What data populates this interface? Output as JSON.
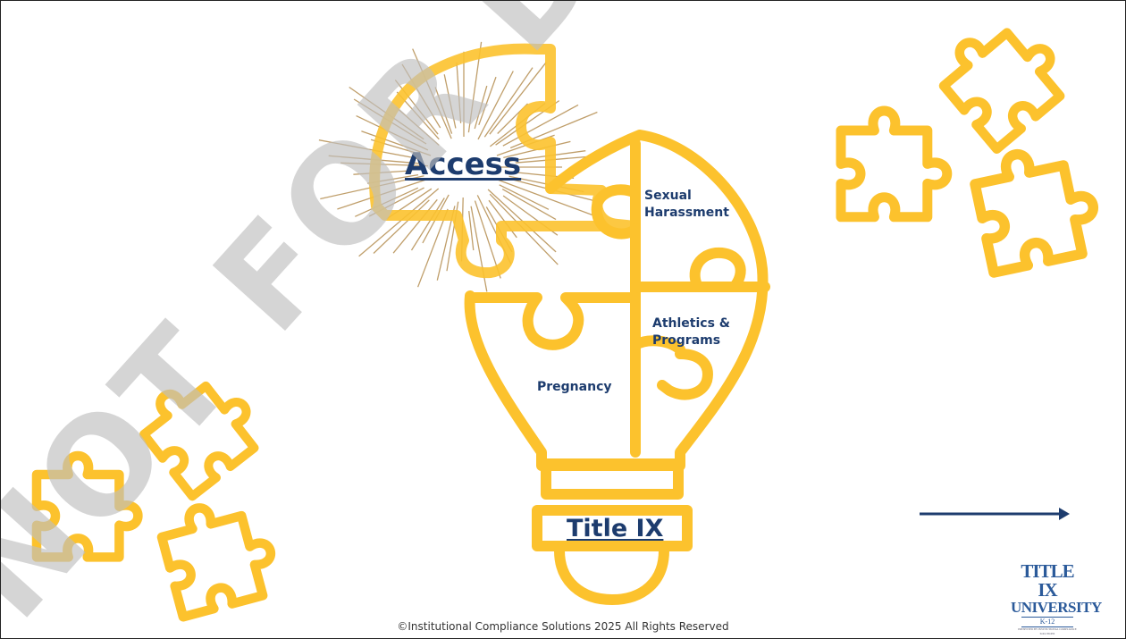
{
  "slide": {
    "center_piece": "Access",
    "pieces": {
      "sexual_harassment": [
        "Sexual",
        "Harassment"
      ],
      "athletics_programs": [
        "Athletics &",
        "Programs"
      ],
      "pregnancy": "Pregnancy"
    },
    "bulb_base": "Title IX",
    "footer": "©Institutional Compliance Solutions 2025 All Rights Reserved",
    "logo": {
      "line1": "TITLE IX",
      "line2": "UNIVERSITY",
      "line3": "K-12",
      "line4": "PRESENTED BY INSTITUTIONAL COMPLIANCE SOLUTIONS"
    },
    "watermark": "NOT FOR DISTRIBUTION"
  },
  "colors": {
    "puzzle": "#fcc22d",
    "navy": "#1d3c6e",
    "rays": "#b9945a",
    "watermark": "#cfcfcf"
  },
  "icons": [
    "puzzle-piece-icon",
    "lightbulb-icon",
    "arrow-right-icon"
  ]
}
